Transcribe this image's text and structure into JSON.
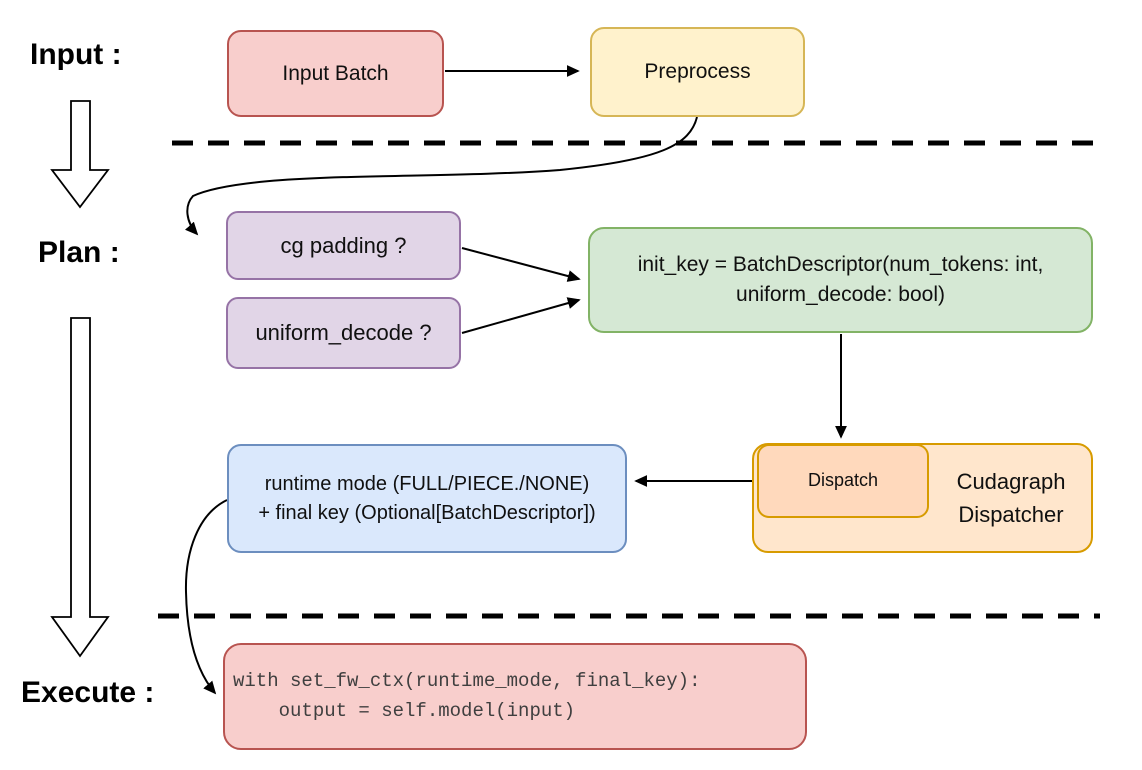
{
  "phases": {
    "input_label": "Input :",
    "plan_label": "Plan :",
    "execute_label": "Execute :"
  },
  "nodes": {
    "input_batch": {
      "label": "Input Batch",
      "fill": "#f8cecc",
      "border": "#b85450"
    },
    "preprocess": {
      "label": "Preprocess",
      "fill": "#fff2cc",
      "border": "#d6b656"
    },
    "cg_padding": {
      "label": "cg padding ?",
      "fill": "#e1d5e7",
      "border": "#9673a6"
    },
    "uniform_decode": {
      "label": "uniform_decode ?",
      "fill": "#e1d5e7",
      "border": "#9673a6"
    },
    "init_key": {
      "line1": "init_key = BatchDescriptor(num_tokens: int,",
      "line2": "uniform_decode: bool)",
      "fill": "#d5e8d4",
      "border": "#82b366"
    },
    "runtime_mode": {
      "line1": "runtime mode (FULL/PIECE./NONE)",
      "line2": "+ final key (Optional[BatchDescriptor])",
      "fill": "#dae8fc",
      "border": "#6c8ebf"
    },
    "cudagraph_dispatcher": {
      "line1": "Cudagraph",
      "line2": "Dispatcher",
      "fill": "#ffe6cc",
      "border": "#d79b00"
    },
    "dispatch": {
      "label": "Dispatch",
      "fill": "#ffd9bc",
      "border": "#d79b00"
    },
    "execute_code": {
      "line1": "with set_fw_ctx(runtime_mode, final_key):",
      "line2": "    output = self.model(input)",
      "fill": "#f8cecc",
      "border": "#b85450"
    }
  },
  "connector_color": "#000000"
}
